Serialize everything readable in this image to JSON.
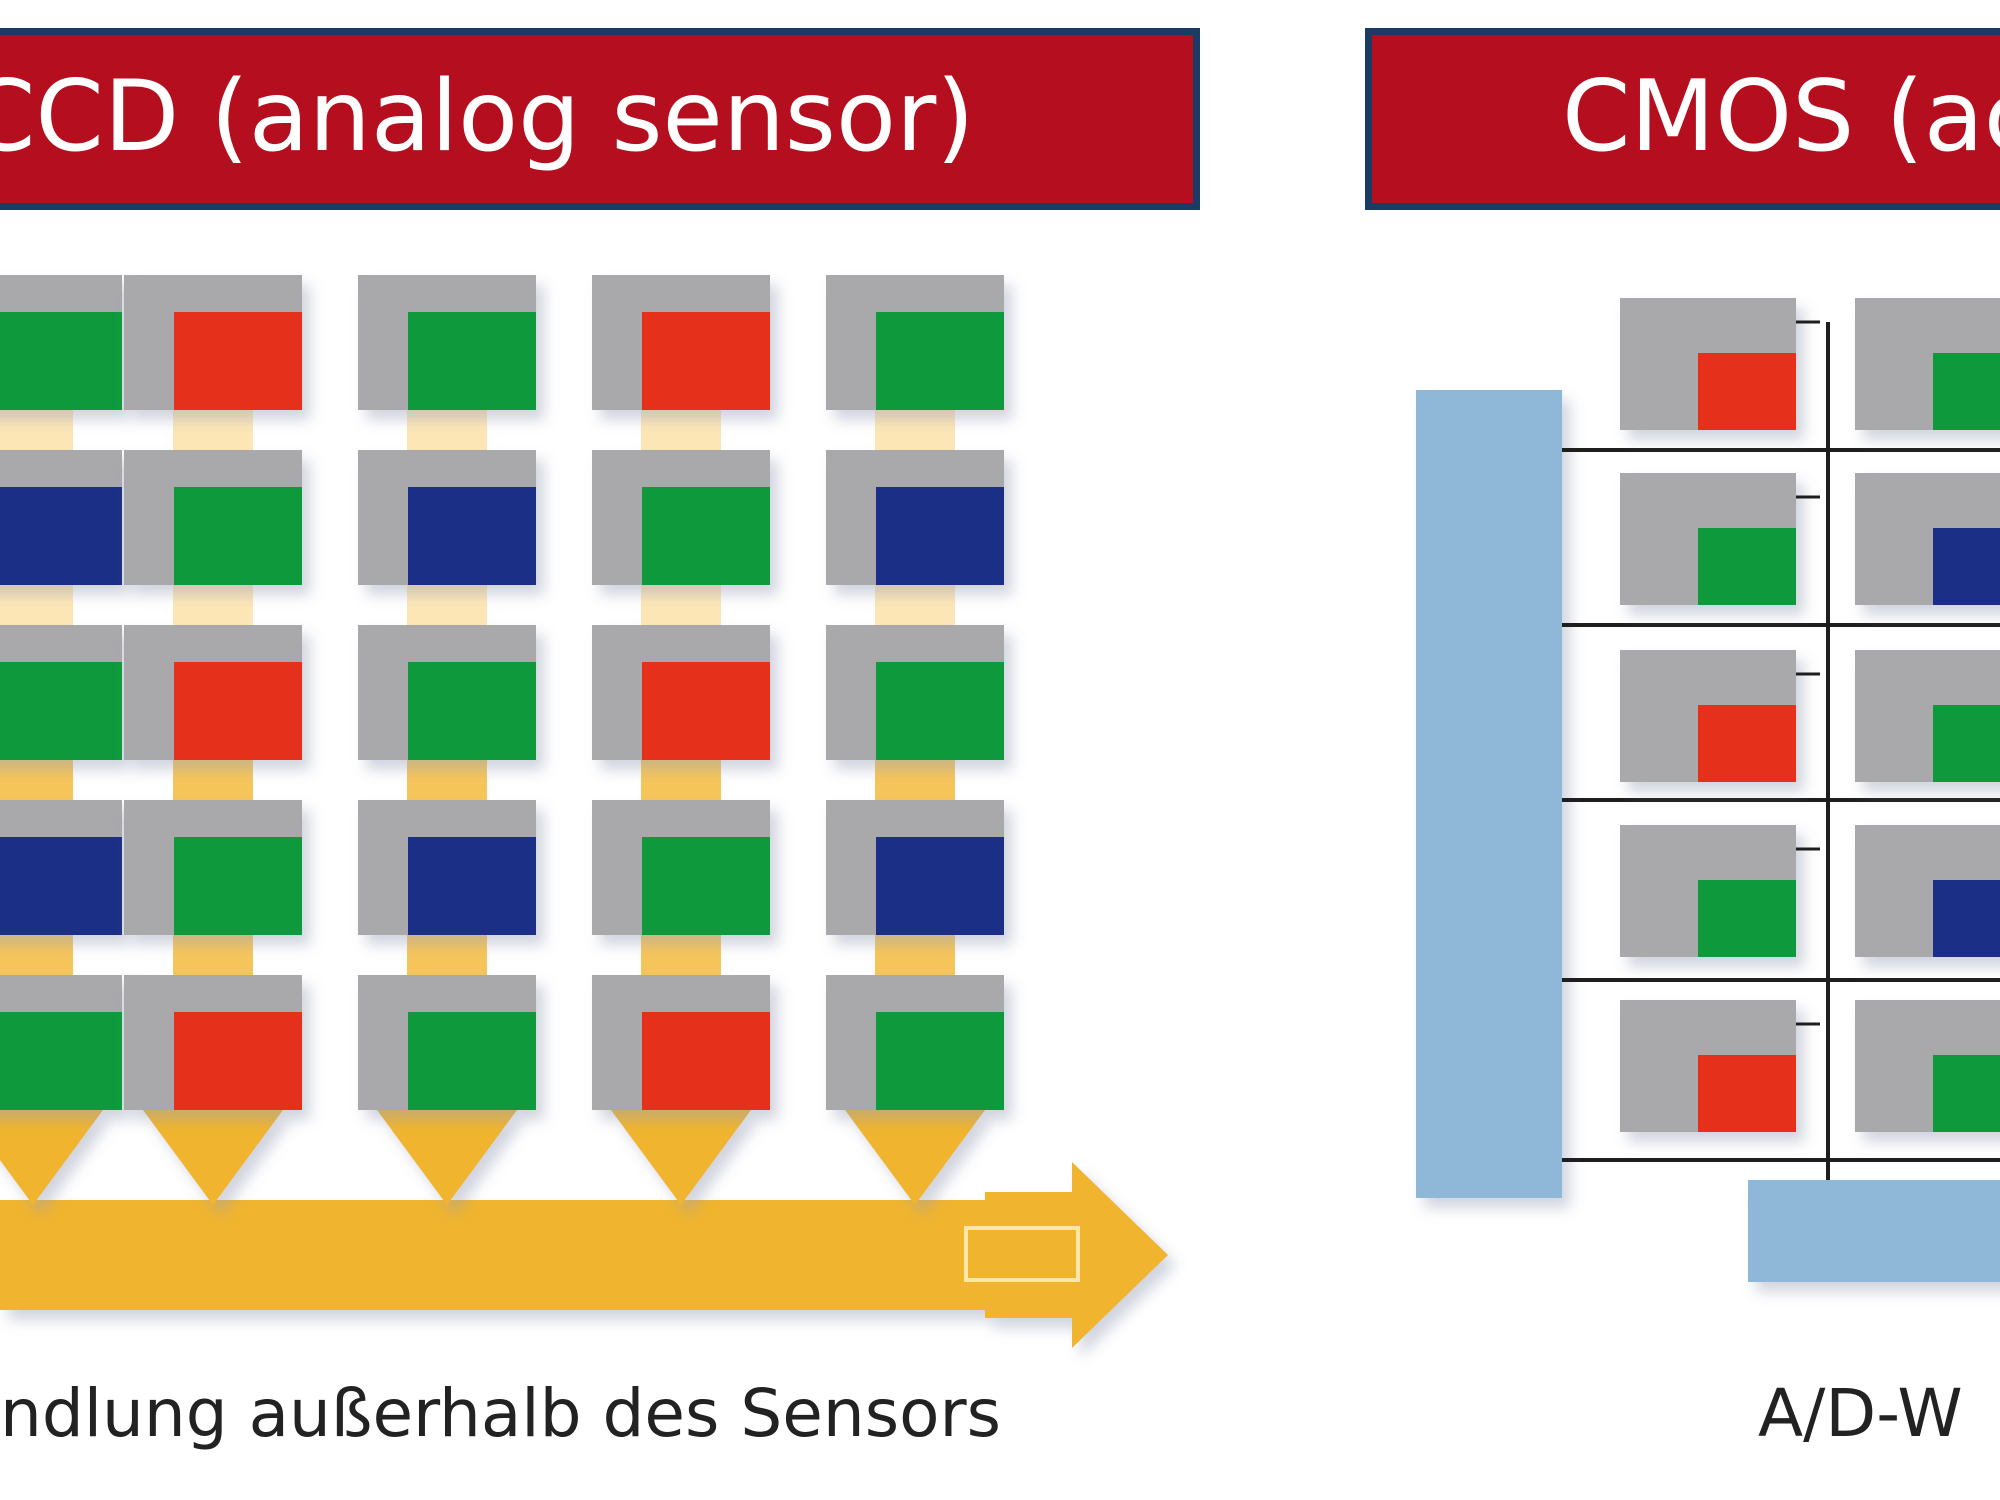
{
  "ccd": {
    "title": "CCD (analog sensor)",
    "caption": "ndlung außerhalb des Sensors",
    "bayer_rows": [
      [
        "green",
        "red",
        "green",
        "red",
        "green"
      ],
      [
        "blue",
        "green",
        "blue",
        "green",
        "blue"
      ],
      [
        "green",
        "red",
        "green",
        "red",
        "green"
      ],
      [
        "blue",
        "green",
        "blue",
        "green",
        "blue"
      ],
      [
        "green",
        "red",
        "green",
        "red",
        "green"
      ]
    ]
  },
  "cmos": {
    "title": "CMOS (act",
    "caption": "A/D-W",
    "bayer_rows": [
      [
        "red",
        "green"
      ],
      [
        "green",
        "blue"
      ],
      [
        "red",
        "green"
      ],
      [
        "green",
        "blue"
      ],
      [
        "red",
        "green"
      ]
    ]
  },
  "colors": {
    "banner_red": "#b50f1f",
    "banner_border": "#1b3a64",
    "pixel_gray": "#a9a9ab",
    "filter_green": "#0e9a3c",
    "filter_red": "#e5311c",
    "filter_blue": "#1c2f86",
    "transfer_orange": "#f0b42d",
    "readout_blue": "#8fb7d8"
  }
}
